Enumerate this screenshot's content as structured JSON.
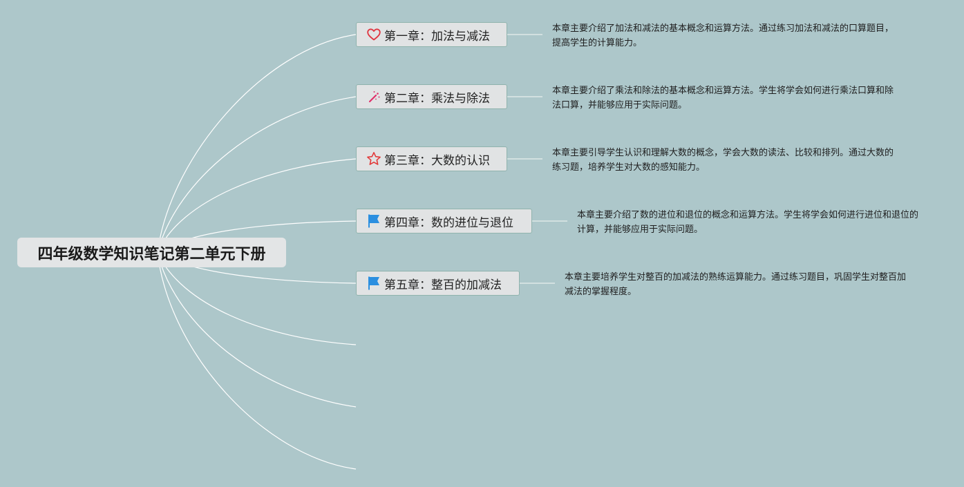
{
  "title": "四年级数学知识笔记第二单元下册",
  "chapters": [
    {
      "label": "第一章：加法与减法",
      "icon": "heart-icon",
      "description": "本章主要介绍了加法和减法的基本概念和运算方法。通过练习加法和减法的口算题目，提高学生的计算能力。"
    },
    {
      "label": "第二章：乘法与除法",
      "icon": "magic-wand-icon",
      "description": "本章主要介绍了乘法和除法的基本概念和运算方法。学生将学会如何进行乘法口算和除法口算，并能够应用于实际问题。"
    },
    {
      "label": "第三章：大数的认识",
      "icon": "star-icon",
      "description": "本章主要引导学生认识和理解大数的概念，学会大数的读法、比较和排列。通过大数的练习题，培养学生对大数的感知能力。"
    },
    {
      "label": "第四章：数的进位与退位",
      "icon": "flag-icon",
      "description": "本章主要介绍了数的进位和退位的概念和运算方法。学生将学会如何进行进位和退位的计算，并能够应用于实际问题。"
    },
    {
      "label": "第五章：整百的加减法",
      "icon": "flag-icon",
      "description": "本章主要培养学生对整百的加减法的熟练运算能力。通过练习题目，巩固学生对整百加减法的掌握程度。"
    }
  ],
  "colors": {
    "background": "#adc7ca",
    "connector": "#ffffff",
    "heart": "#e0343f",
    "wand": "#e0306a",
    "star": "#e23a3a",
    "flag": "#2b8fe0"
  }
}
